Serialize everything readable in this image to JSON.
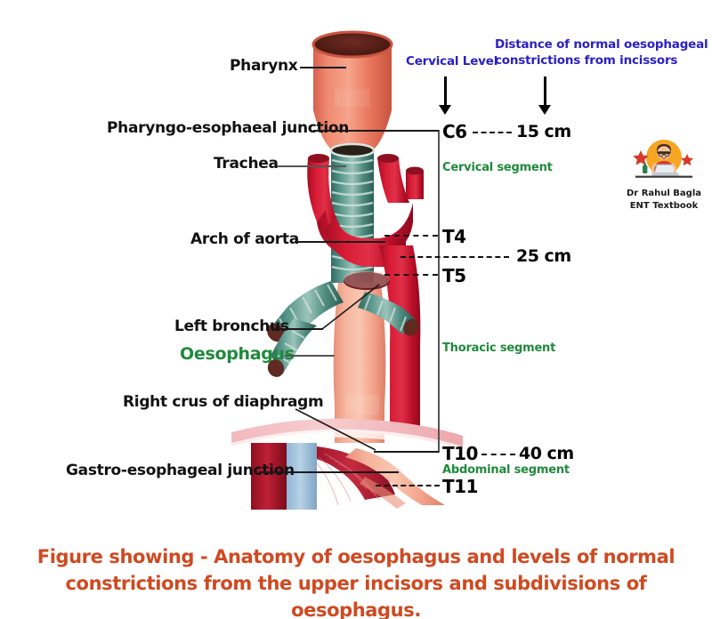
{
  "figure": {
    "headers": {
      "cervical_level": "Cervical Level",
      "distance_line1": "Distance of normal oesophageal",
      "distance_line2": "constrictions from incissors"
    },
    "left_labels": [
      {
        "text": "Pharynx"
      },
      {
        "text": "Pharyngo-esophaeal junction"
      },
      {
        "text": "Trachea"
      },
      {
        "text": "Arch of aorta"
      },
      {
        "text": "Left bronchus"
      },
      {
        "text": "Oesophagus"
      },
      {
        "text": "Right crus of diaphragm"
      },
      {
        "text": "Gastro-esophageal junction"
      }
    ],
    "vertebral_levels": [
      {
        "label": "C6"
      },
      {
        "label": "T4"
      },
      {
        "label": "T5"
      },
      {
        "label": "T10"
      },
      {
        "label": "T11"
      }
    ],
    "distances": [
      {
        "value": "15 cm"
      },
      {
        "value": "25 cm"
      },
      {
        "value": "40 cm"
      }
    ],
    "segments": [
      {
        "name": "Cervical segment"
      },
      {
        "name": "Thoracic segment"
      },
      {
        "name": "Abdominal segment"
      }
    ],
    "caption_line1": "Figure showing - Anatomy of oesophagus and levels of normal",
    "caption_line2": "constrictions from the upper incisors and subdivisions of oesophagus.",
    "logo": {
      "line1": "Dr Rahul Bagla",
      "line2": "ENT Textbook"
    },
    "colors": {
      "label_black": "#111111",
      "oesophagus_green": "#1f8a3b",
      "header_blue": "#2b1fc4",
      "caption_orange": "#cf4a21",
      "aorta_red": "#c8102e",
      "pharynx_coral": "#e8725c",
      "trachea_teal": "#3d7d74",
      "esophagus_peach": "#f3a68c"
    }
  }
}
